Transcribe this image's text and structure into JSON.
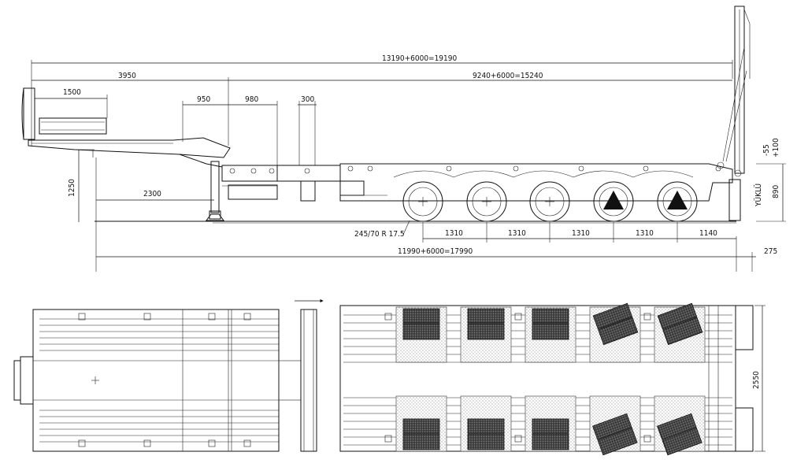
{
  "side_view": {
    "dims": {
      "overall": "13190+6000=19190",
      "gooseneck": "3950",
      "deck": "9240+6000=15240",
      "kingpin_offset": "1500",
      "neck_step": "950",
      "ext1": "980",
      "ext2": "300",
      "front_height": "1250",
      "landing_leg": "2300",
      "tyre": "245/70 R 17.5",
      "axle_spacing": [
        "1310",
        "1310",
        "1310",
        "1310"
      ],
      "rear_overhang": "1140",
      "chassis_length": "11990+6000=17990",
      "rear_end": "275",
      "height_minus": "-55",
      "height_plus": "+100",
      "deck_height": "890",
      "loaded_label": "YÜKLÜ"
    }
  },
  "top_view": {
    "width_dim": "2550"
  }
}
